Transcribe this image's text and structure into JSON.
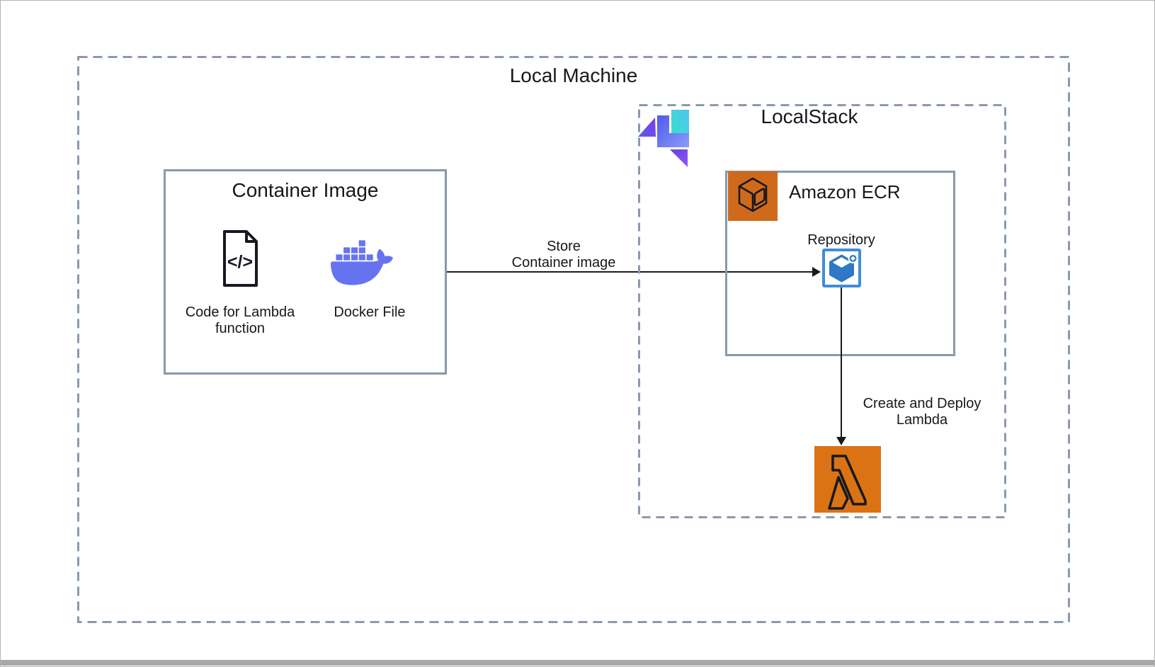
{
  "local_machine": {
    "title": "Local Machine"
  },
  "container_image": {
    "title": "Container Image",
    "code": {
      "glyph": "</>",
      "label_line1": "Code for Lambda",
      "label_line2": "function"
    },
    "docker": {
      "label": "Docker File"
    }
  },
  "store_arrow": {
    "label_line1": "Store",
    "label_line2": "Container image"
  },
  "localstack": {
    "title": "LocalStack",
    "ecr": {
      "title": "Amazon ECR",
      "repository_label": "Repository"
    },
    "deploy_arrow": {
      "label_line1": "Create and Deploy",
      "label_line2": "Lambda"
    }
  },
  "icons": {
    "code_file": "code-file-icon",
    "docker": "docker-whale-icon",
    "localstack_logo": "localstack-logo-icon",
    "ecr_service": "amazon-ecr-icon",
    "ecr_repository": "ecr-repository-icon",
    "lambda": "aws-lambda-icon"
  },
  "colors": {
    "text": "#15181d",
    "dashed_border": "#8A99AD",
    "solid_border": "#8899AC",
    "docker_purple": "#6673F1",
    "ecr_orange": "#CF6A1C",
    "lambda_orange": "#DB7314",
    "repository_blue": "#2E78C6",
    "repository_border_blue": "#3E8ED8",
    "arrow_black": "#1a1a1a"
  }
}
